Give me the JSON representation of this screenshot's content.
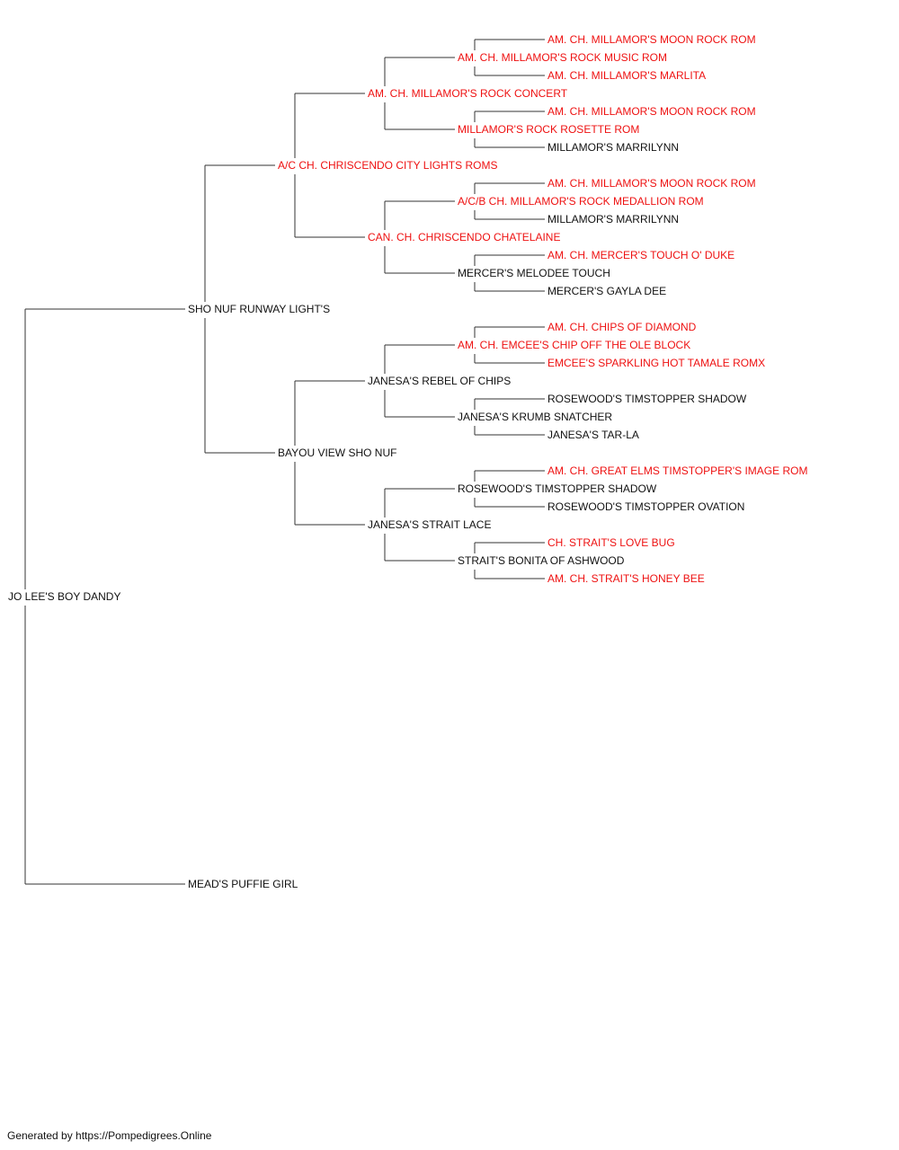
{
  "pedigree": {
    "name": "JO LEE'S BOY DANDY",
    "champion": false,
    "sire": {
      "name": "SHO NUF RUNWAY LIGHT'S",
      "champion": false,
      "sire": {
        "name": "A/C CH. CHRISCENDO CITY LIGHTS ROMS",
        "champion": true,
        "sire": {
          "name": "AM. CH. MILLAMOR'S ROCK CONCERT",
          "champion": true,
          "sire": {
            "name": "AM. CH. MILLAMOR'S ROCK MUSIC ROM",
            "champion": true,
            "sire": {
              "name": "AM. CH. MILLAMOR'S MOON ROCK ROM",
              "champion": true
            },
            "dam": {
              "name": "AM. CH. MILLAMOR'S MARLITA",
              "champion": true
            }
          },
          "dam": {
            "name": "MILLAMOR'S ROCK ROSETTE ROM",
            "champion": true,
            "sire": {
              "name": "AM. CH. MILLAMOR'S MOON ROCK ROM",
              "champion": true
            },
            "dam": {
              "name": "MILLAMOR'S MARRILYNN",
              "champion": false
            }
          }
        },
        "dam": {
          "name": "CAN. CH. CHRISCENDO CHATELAINE",
          "champion": true,
          "sire": {
            "name": "A/C/B CH. MILLAMOR'S ROCK MEDALLION ROM",
            "champion": true,
            "sire": {
              "name": "AM. CH. MILLAMOR'S MOON ROCK ROM",
              "champion": true
            },
            "dam": {
              "name": "MILLAMOR'S MARRILYNN",
              "champion": false
            }
          },
          "dam": {
            "name": "MERCER'S MELODEE TOUCH",
            "champion": false,
            "sire": {
              "name": "AM. CH. MERCER'S TOUCH O' DUKE",
              "champion": true
            },
            "dam": {
              "name": "MERCER'S GAYLA DEE",
              "champion": false
            }
          }
        }
      },
      "dam": {
        "name": "BAYOU VIEW SHO NUF",
        "champion": false,
        "sire": {
          "name": "JANESA'S REBEL OF CHIPS",
          "champion": false,
          "sire": {
            "name": "AM. CH. EMCEE'S CHIP OFF THE OLE BLOCK",
            "champion": true,
            "sire": {
              "name": "AM. CH. CHIPS OF DIAMOND",
              "champion": true
            },
            "dam": {
              "name": "EMCEE'S SPARKLING HOT TAMALE ROMX",
              "champion": true
            }
          },
          "dam": {
            "name": "JANESA'S KRUMB SNATCHER",
            "champion": false,
            "sire": {
              "name": "ROSEWOOD'S TIMSTOPPER SHADOW",
              "champion": false
            },
            "dam": {
              "name": "JANESA'S TAR-LA",
              "champion": false
            }
          }
        },
        "dam": {
          "name": "JANESA'S STRAIT LACE",
          "champion": false,
          "sire": {
            "name": "ROSEWOOD'S TIMSTOPPER SHADOW",
            "champion": false,
            "sire": {
              "name": "AM. CH. GREAT ELMS TIMSTOPPER'S IMAGE ROM",
              "champion": true
            },
            "dam": {
              "name": "ROSEWOOD'S TIMSTOPPER OVATION",
              "champion": false
            }
          },
          "dam": {
            "name": "STRAIT'S BONITA OF ASHWOOD",
            "champion": false,
            "sire": {
              "name": "CH. STRAIT'S LOVE BUG",
              "champion": true
            },
            "dam": {
              "name": "AM. CH. STRAIT'S HONEY BEE",
              "champion": true
            }
          }
        }
      }
    },
    "dam": {
      "name": "MEAD'S PUFFIE GIRL",
      "champion": false
    }
  },
  "colors": {
    "champion": "#ee1111",
    "normal": "#111111",
    "line": "#333333"
  },
  "footer": {
    "text": "Generated by https://Pompedigrees.Online"
  }
}
